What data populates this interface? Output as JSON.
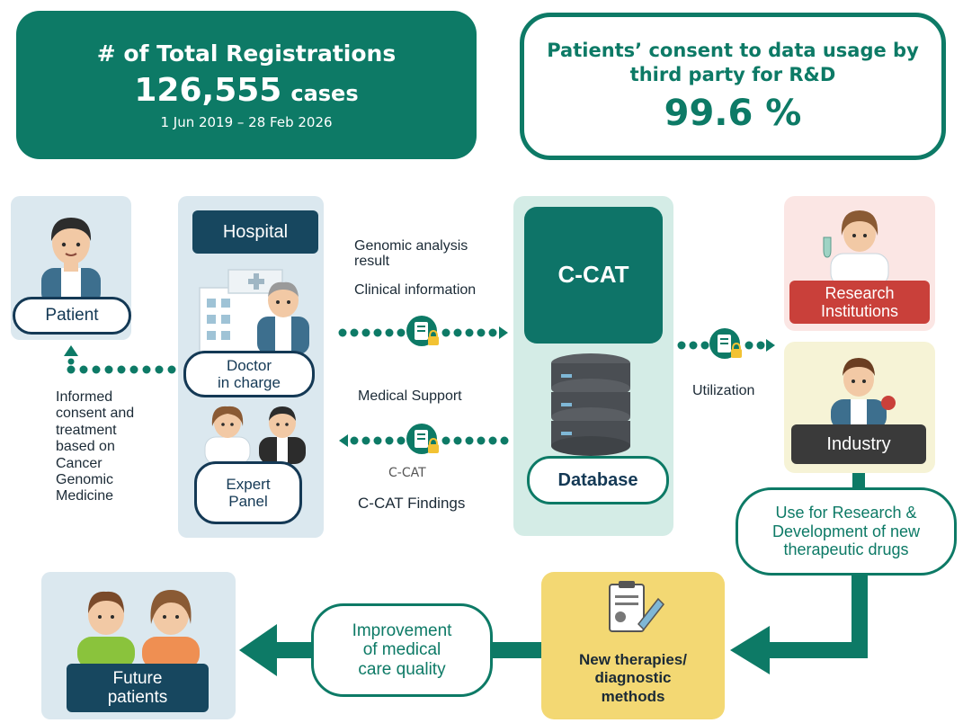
{
  "registrations": {
    "title": "# of Total Registrations",
    "count": "126,555",
    "unit": "cases",
    "period": "1 Jun 2019 – 28 Feb 2026"
  },
  "consent": {
    "title_line1": "Patients’ consent to data usage by",
    "title_line2": "third party for R&D",
    "value": "99.6 %"
  },
  "patient": {
    "label": "Patient"
  },
  "informed_consent": {
    "lines": [
      "Informed",
      "consent and",
      "treatment",
      "based on",
      "Cancer",
      "Genomic",
      "Medicine"
    ]
  },
  "hospital": {
    "title": "Hospital",
    "doctor_line1": "Doctor",
    "doctor_line2": "in charge",
    "expert_line1": "Expert",
    "expert_line2": "Panel"
  },
  "flow_labels": {
    "genomic_line1": "Genomic analysis",
    "genomic_line2": "result",
    "clinical": "Clinical information",
    "medical_support": "Medical Support",
    "ccat_mark": "C-CAT",
    "findings": "C-CAT Findings",
    "utilization": "Utilization"
  },
  "ccat": {
    "title": "C-CAT",
    "database": "Database"
  },
  "research": {
    "line1": "Research",
    "line2": "Institutions"
  },
  "industry": {
    "label": "Industry"
  },
  "rnd": {
    "line1": "Use for Research &",
    "line2": "Development of new",
    "line3": "therapeutic drugs"
  },
  "new_therapies": {
    "line1": "New therapies/",
    "line2": "diagnostic",
    "line3": "methods"
  },
  "improvement": {
    "line1": "Improvement",
    "line2": "of medical",
    "line3": "care quality"
  },
  "future": {
    "line1": "Future",
    "line2": "patients"
  },
  "colors": {
    "teal": "#0d7a66",
    "navy": "#143955",
    "yellow": "#f3d873",
    "red": "#c9403a"
  }
}
